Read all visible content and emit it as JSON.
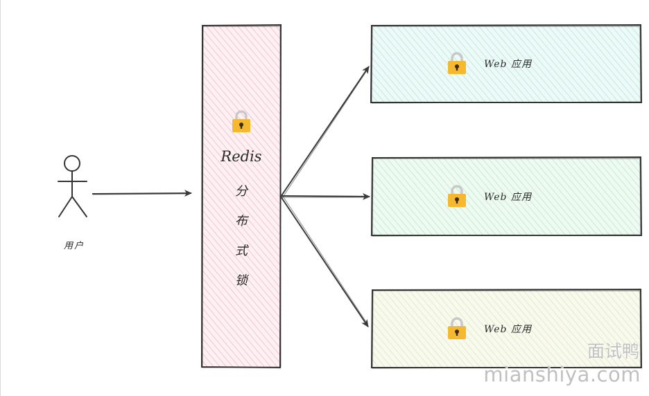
{
  "diagram": {
    "user": {
      "label": "用户"
    },
    "redis_lock": {
      "title": "Redis",
      "chars": [
        "分",
        "布",
        "式",
        "锁"
      ],
      "icon": "lock-icon",
      "fill_color": "#fbe4ea"
    },
    "apps": [
      {
        "label": "Web 应用",
        "icon": "lock-icon",
        "fill_color": "#d8f3ee"
      },
      {
        "label": "Web 应用",
        "icon": "lock-icon",
        "fill_color": "#dcf3e6"
      },
      {
        "label": "Web 应用",
        "icon": "lock-icon",
        "fill_color": "#f3f4df"
      }
    ],
    "lock_color": "#f5b82e"
  },
  "watermark": {
    "title": "面试鸭",
    "url": "mianshiya.com"
  }
}
